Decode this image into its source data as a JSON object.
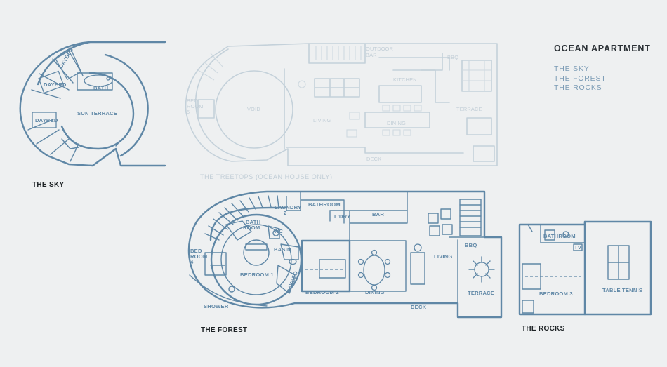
{
  "legend": {
    "title": "OCEAN APARTMENT",
    "items": [
      "THE SKY",
      "THE FOREST",
      "THE ROCKS"
    ]
  },
  "sky": {
    "title": "THE SKY",
    "labels": {
      "daybed_a": "DAYBED",
      "daybed_b": "DAYBED",
      "daybed_c": "DAYBED",
      "bath": "BATH",
      "sun_terrace": "SUN TERRACE"
    }
  },
  "treetops": {
    "title": "THE TREETOPS (OCEAN HOUSE ONLY)",
    "labels": {
      "outdoor_bar_1": "OUTDOOR",
      "outdoor_bar_2": "BAR",
      "bbq": "BBQ",
      "kitchen": "KITCHEN",
      "bedroom5_1": "BED",
      "bedroom5_2": "ROOM",
      "bedroom5_3": "5",
      "void": "VOID",
      "living": "LIVING",
      "dining": "DINING",
      "terrace": "TERRACE",
      "deck": "DECK"
    }
  },
  "forest": {
    "title": "THE FOREST",
    "labels": {
      "bathroom": "BATHROOM",
      "laundry_1": "LAUNDRY",
      "laundry_2": "2",
      "ldry": "L'DRY",
      "bar": "BAR",
      "bath_room_1": "BATH",
      "bath_room_2": "ROOM",
      "wc": "WC",
      "basin": "BASIN",
      "bedroom4_1": "BED",
      "bedroom4_2": "ROOM",
      "bedroom4_3": "4",
      "bedroom1": "BEDROOM 1",
      "daybed": "DAYBED",
      "bedroom2": "BEDROOM 2",
      "dining": "DINING",
      "living": "LIVING",
      "bbq": "BBQ",
      "terrace": "TERRACE",
      "shower": "SHOWER",
      "deck": "DECK"
    }
  },
  "rocks": {
    "title": "THE ROCKS",
    "labels": {
      "bathroom": "BATHROOM",
      "tv": "TV",
      "bedroom3": "BEDROOM 3",
      "table_tennis": "TABLE TENNIS"
    }
  },
  "colors": {
    "background": "#eef0f1",
    "plan_line": "#5f87a6",
    "ghost_line": "#c4d1da",
    "title_text": "#1e2326",
    "legend_item": "#7b9bb5"
  }
}
